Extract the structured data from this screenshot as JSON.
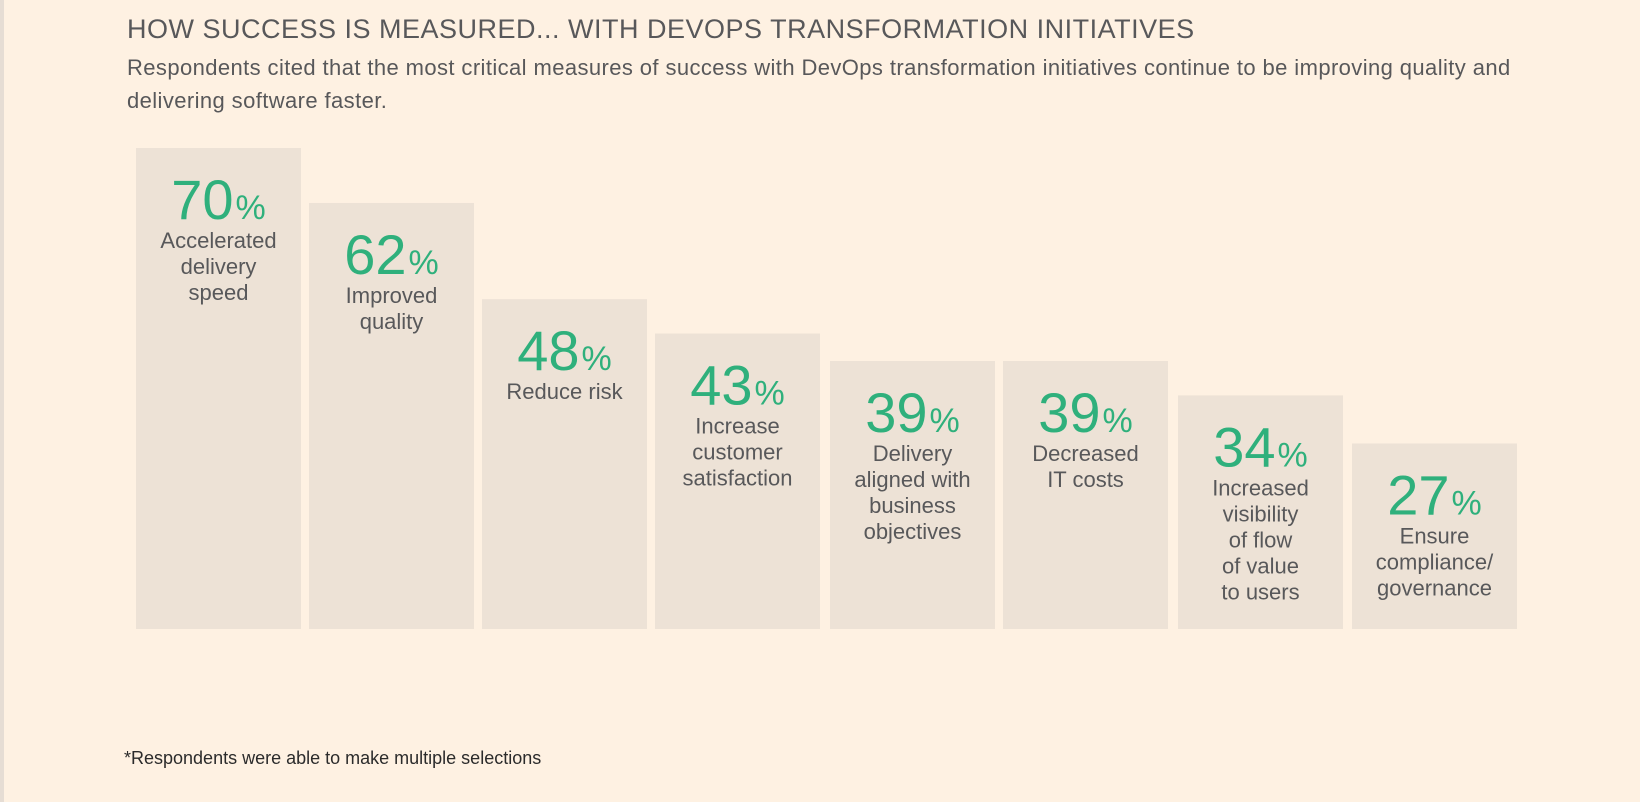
{
  "header": {
    "title": "HOW SUCCESS IS MEASURED... WITH DEVOPS TRANSFORMATION INITIATIVES",
    "subtitle": "Respondents cited that the most critical measures of success with DevOps transformation initiatives continue to be improving quality and delivering software faster."
  },
  "footnote": "*Respondents were able to make multiple selections",
  "colors": {
    "background": "#fef1e2",
    "bar": "#ede2d6",
    "value": "#2fb07c",
    "label": "#58585a"
  },
  "chart_data": {
    "type": "bar",
    "categories": [
      "Accelerated delivery speed",
      "Improved quality",
      "Reduce risk",
      "Increase customer satisfaction",
      "Delivery aligned with business objectives",
      "Decreased IT costs",
      "Increased visibility of flow of value to users",
      "Ensure compliance/ governance"
    ],
    "category_lines": [
      [
        "Accelerated",
        "delivery",
        "speed"
      ],
      [
        "Improved",
        "quality"
      ],
      [
        "Reduce risk"
      ],
      [
        "Increase",
        "customer",
        "satisfaction"
      ],
      [
        "Delivery",
        "aligned with",
        "business",
        "objectives"
      ],
      [
        "Decreased",
        "IT costs"
      ],
      [
        "Increased",
        "visibility",
        "of flow",
        "of value",
        "to users"
      ],
      [
        "Ensure",
        "compliance/",
        "governance"
      ]
    ],
    "values": [
      70,
      62,
      48,
      43,
      39,
      39,
      34,
      27
    ],
    "value_unit": "%",
    "title": "",
    "xlabel": "",
    "ylabel": "",
    "ylim": [
      0,
      70
    ],
    "grid": false,
    "legend": "none",
    "value_labels": true
  }
}
